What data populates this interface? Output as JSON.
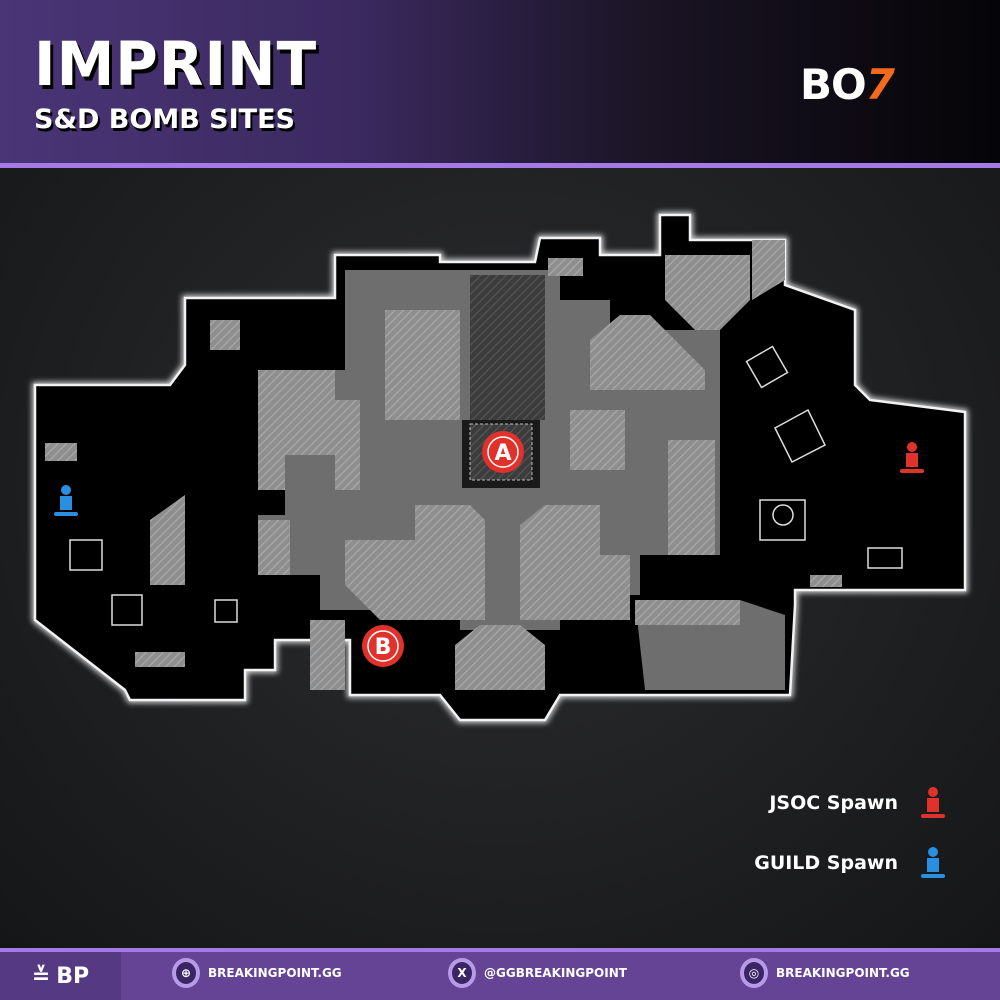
{
  "header": {
    "title": "IMPRINT",
    "subtitle": "S&D BOMB SITES",
    "game_logo_main": "BO",
    "game_logo_accent": "7"
  },
  "map": {
    "sites": [
      {
        "label": "A"
      },
      {
        "label": "B"
      }
    ],
    "site_color": "#e0322a",
    "jsoc_color": "#e0322a",
    "guild_color": "#2a8fe0"
  },
  "legend": [
    {
      "label": "JSOC Spawn",
      "icon": "spawn-red-icon"
    },
    {
      "label": "GUILD Spawn",
      "icon": "spawn-blue-icon"
    }
  ],
  "footer": {
    "brand": "BP",
    "links": [
      {
        "icon": "globe-icon",
        "glyph": "⊕",
        "label": "BREAKINGPOINT.GG"
      },
      {
        "icon": "x-icon",
        "glyph": "X",
        "label": "@GGBREAKINGPOINT"
      },
      {
        "icon": "instagram-icon",
        "glyph": "◎",
        "label": "BREAKINGPOINT.GG"
      }
    ]
  }
}
